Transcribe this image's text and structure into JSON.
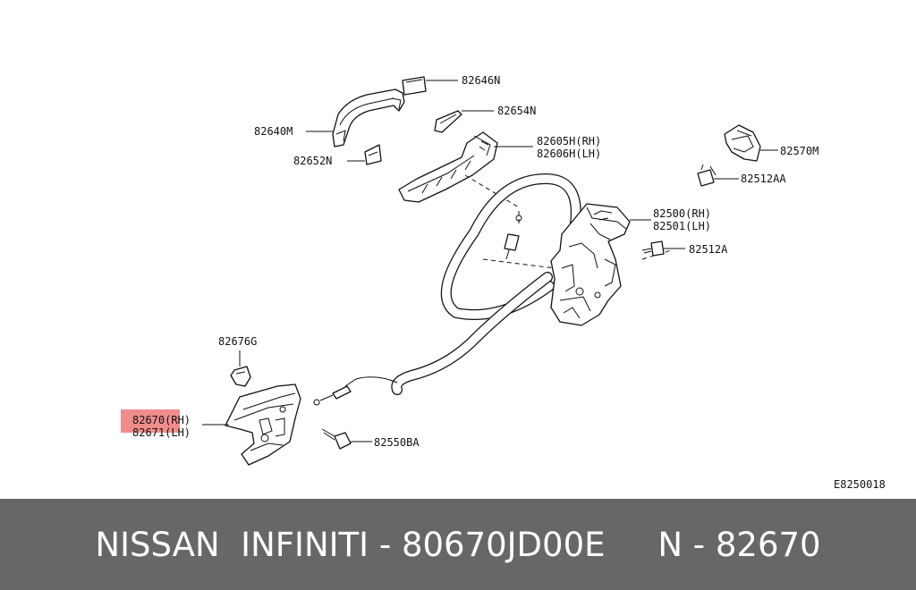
{
  "callouts": {
    "c82646N": "82646N",
    "c82654N": "82654N",
    "c82640M": "82640M",
    "c82652N": "82652N",
    "c82605H": "82605H(RH)",
    "c82606H": "82606H(LH)",
    "c82570M": "82570M",
    "c82512AA": "82512AA",
    "c82500": "82500(RH)",
    "c82501": "82501(LH)",
    "c82512A": "82512A",
    "c82676G": "82676G",
    "c82670": "82670(RH)",
    "c82671": "82671(LH)",
    "c82550BA": "82550BA"
  },
  "diagram_code": "E8250018",
  "highlight_color": "#f08080",
  "footer": {
    "text": "NISSAN  INFINITI - 80670JD00E     N - 82670"
  }
}
